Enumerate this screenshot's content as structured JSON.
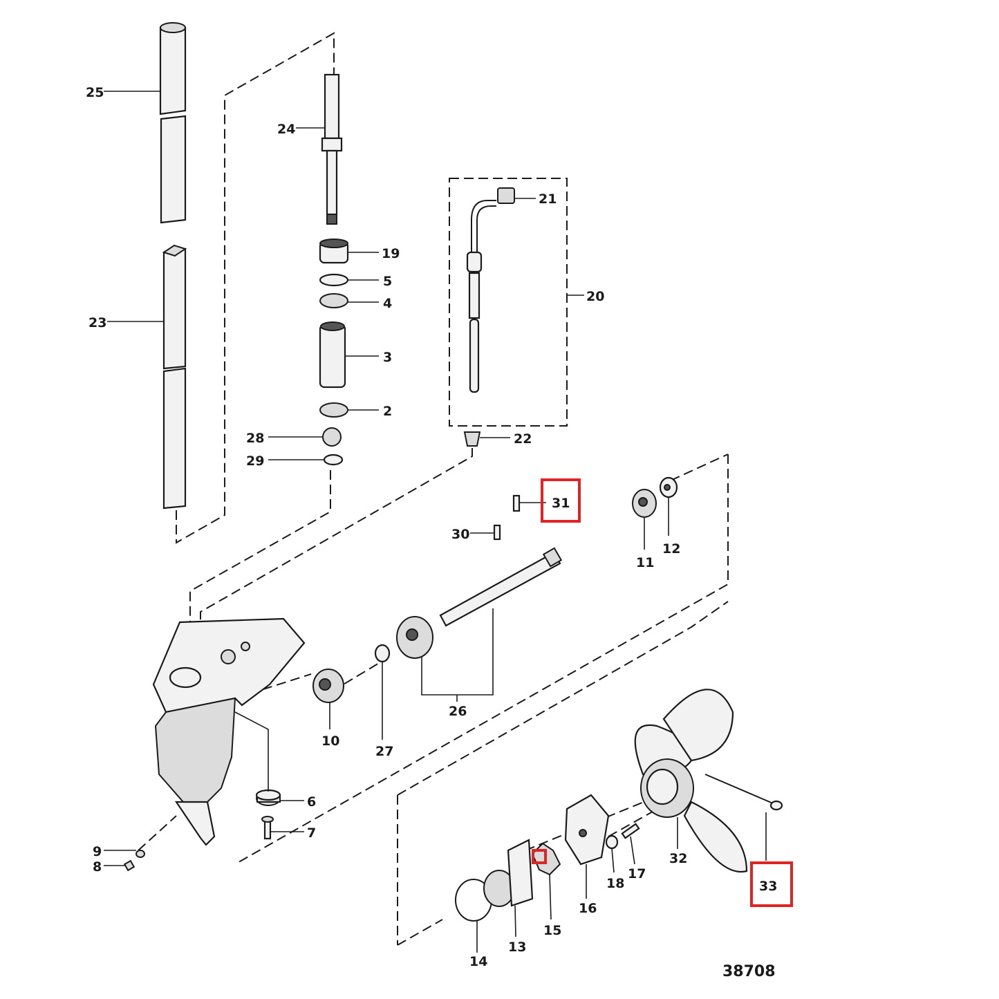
{
  "diagram": {
    "figure_number": "38708",
    "highlight_color": "#e02424",
    "callouts": [
      {
        "id": "c25",
        "label": "25"
      },
      {
        "id": "c24",
        "label": "24"
      },
      {
        "id": "c23",
        "label": "23"
      },
      {
        "id": "c21",
        "label": "21"
      },
      {
        "id": "c20",
        "label": "20"
      },
      {
        "id": "c19",
        "label": "19"
      },
      {
        "id": "c5",
        "label": "5"
      },
      {
        "id": "c4",
        "label": "4"
      },
      {
        "id": "c3",
        "label": "3"
      },
      {
        "id": "c2",
        "label": "2"
      },
      {
        "id": "c28",
        "label": "28"
      },
      {
        "id": "c29",
        "label": "29"
      },
      {
        "id": "c22",
        "label": "22"
      },
      {
        "id": "c31",
        "label": "31",
        "highlighted": true
      },
      {
        "id": "c30",
        "label": "30"
      },
      {
        "id": "c11",
        "label": "11"
      },
      {
        "id": "c12",
        "label": "12"
      },
      {
        "id": "c26",
        "label": "26"
      },
      {
        "id": "c10",
        "label": "10"
      },
      {
        "id": "c27",
        "label": "27"
      },
      {
        "id": "c6",
        "label": "6"
      },
      {
        "id": "c7",
        "label": "7"
      },
      {
        "id": "c9",
        "label": "9"
      },
      {
        "id": "c8",
        "label": "8"
      },
      {
        "id": "c32",
        "label": "32"
      },
      {
        "id": "c33",
        "label": "33",
        "highlighted": true
      },
      {
        "id": "c17",
        "label": "17"
      },
      {
        "id": "c18",
        "label": "18"
      },
      {
        "id": "c16",
        "label": "16"
      },
      {
        "id": "c15",
        "label": "15"
      },
      {
        "id": "c13",
        "label": "13"
      },
      {
        "id": "c14",
        "label": "14"
      }
    ]
  }
}
